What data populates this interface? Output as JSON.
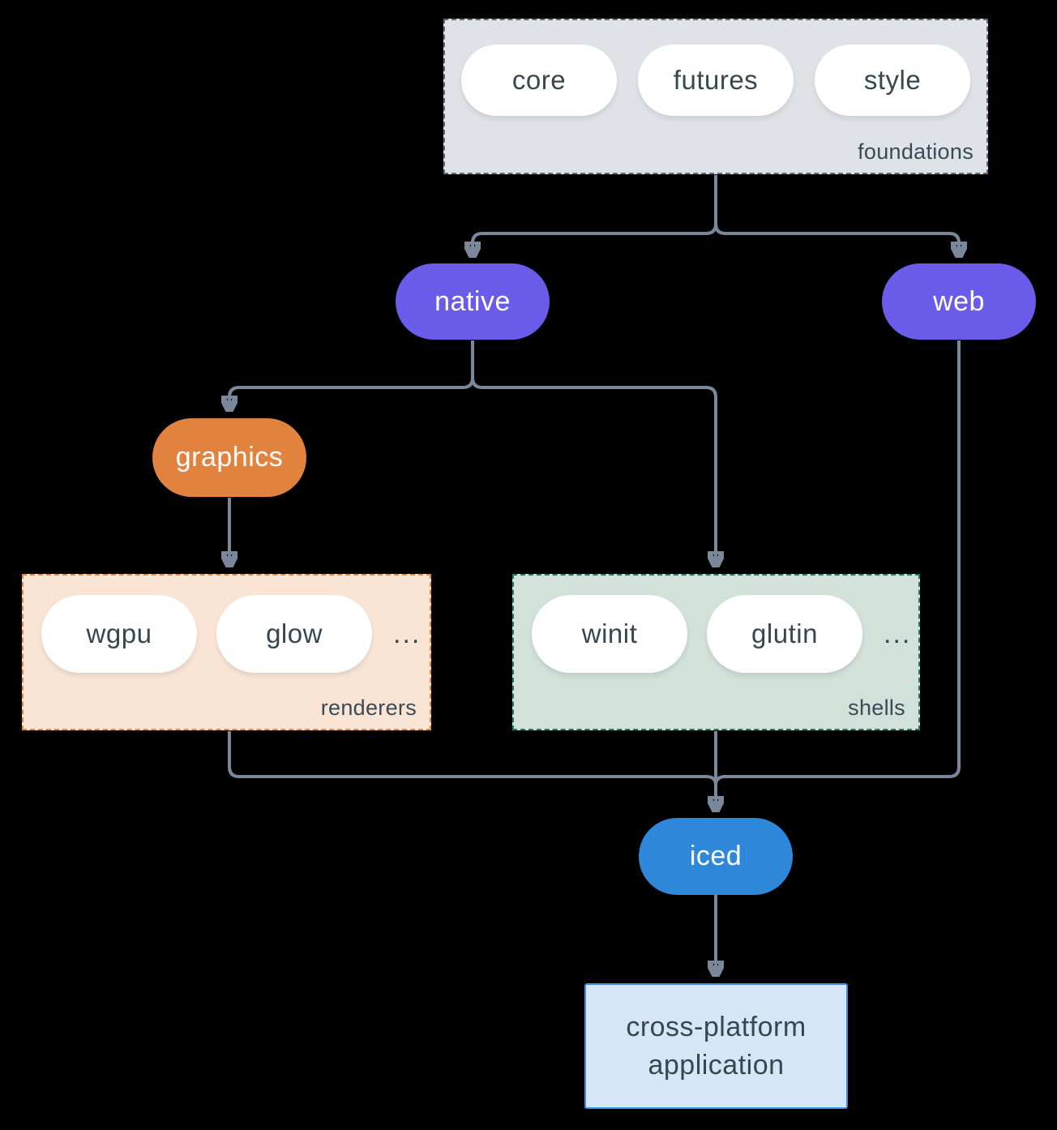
{
  "colors": {
    "background": "#000000",
    "connector": "#7b889b",
    "text_dark": "#37474f",
    "pill_white": "#ffffff",
    "native_web_purple": "#6a5ce8",
    "graphics_orange": "#e2823f",
    "iced_blue": "#2e87d8",
    "foundations_fill": "#dfe3e7",
    "foundations_border": "#5c6c7e",
    "renderers_fill": "#fae5d5",
    "renderers_border": "#e8863e",
    "shells_fill": "#d2e1da",
    "shells_border": "#217a68",
    "application_fill": "#d7e6f7",
    "application_border": "#3d8fe0"
  },
  "diagram": {
    "foundations": {
      "label": "foundations",
      "pills": [
        "core",
        "futures",
        "style"
      ]
    },
    "native": {
      "label": "native"
    },
    "web": {
      "label": "web"
    },
    "graphics": {
      "label": "graphics"
    },
    "renderers": {
      "label": "renderers",
      "pills": [
        "wgpu",
        "glow"
      ],
      "more": "..."
    },
    "shells": {
      "label": "shells",
      "pills": [
        "winit",
        "glutin"
      ],
      "more": "..."
    },
    "iced": {
      "label": "iced"
    },
    "application": {
      "line1": "cross-platform",
      "line2": "application"
    }
  }
}
